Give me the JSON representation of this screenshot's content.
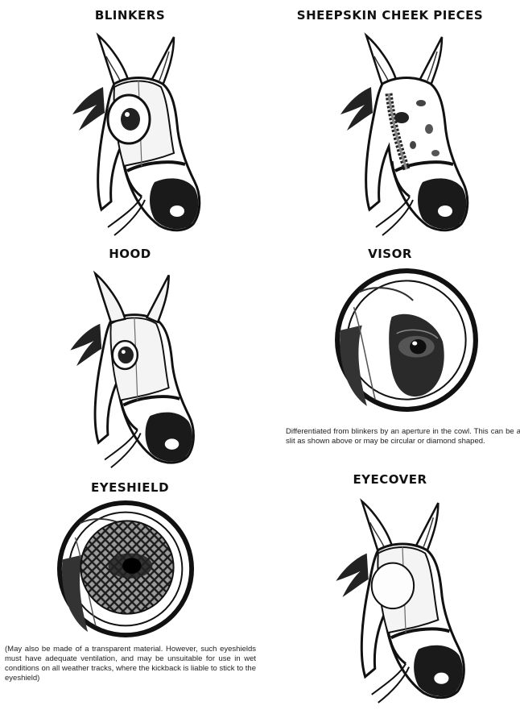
{
  "panels": {
    "blinkers": {
      "title": "BLINKERS"
    },
    "sheepskin": {
      "title": "SHEEPSKIN CHEEK PIECES"
    },
    "hood": {
      "title": "HOOD"
    },
    "visor": {
      "title": "VISOR",
      "caption": "Differentiated from blinkers by an aperture in the cowl. This can be a slit as shown above or may be circular or diamond shaped."
    },
    "eyeshield": {
      "title": "EYESHIELD",
      "caption": "(May also be made of a transparent material. However, such eyeshields must have adequate ventilation, and may be unsuitable for use in wet conditions on all weather tracks, where the kickback is liable to stick to the eyeshield)"
    },
    "eyecover": {
      "title": "EYECOVER"
    }
  }
}
